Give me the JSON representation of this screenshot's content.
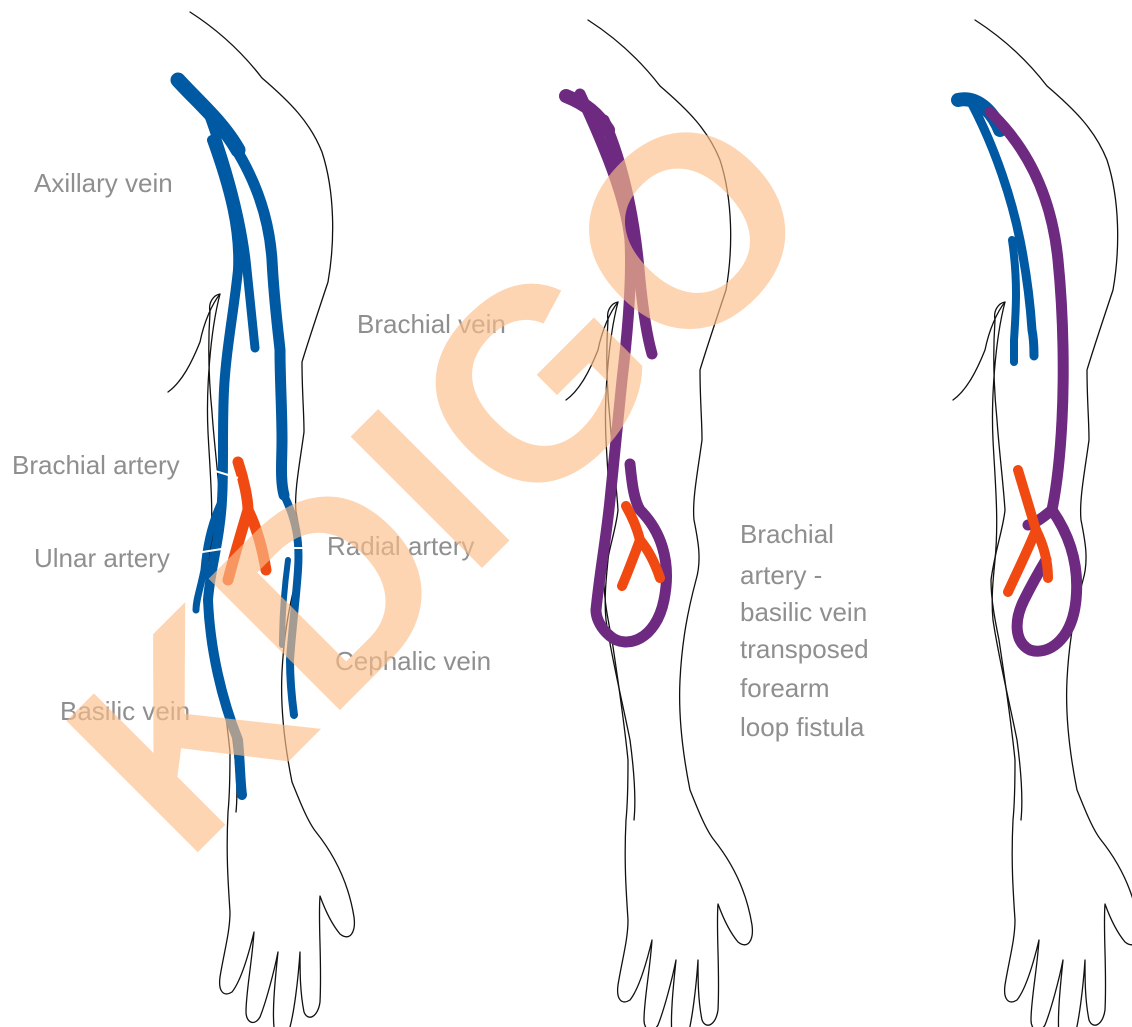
{
  "labels": {
    "axillary_vein": "Axillary vein",
    "brachial_vein": "Brachial vein",
    "brachial_artery": "Brachial artery",
    "ulnar_artery": "Ulnar artery",
    "radial_artery": "Radial artery",
    "cephalic_vein": "Cephalic vein",
    "basilic_vein": "Basilic vein"
  },
  "caption": {
    "line1": "Brachial",
    "line2": "artery -",
    "line3": "basilic vein",
    "line4": "transposed",
    "line5": "forearm",
    "line6": "loop fistula"
  },
  "watermark": "KDIGO",
  "colors": {
    "vein": "#0059a3",
    "artery": "#f04a12",
    "fistula": "#6e2a80",
    "label": "#8f8f8f",
    "watermark": "#fcbf8a"
  }
}
